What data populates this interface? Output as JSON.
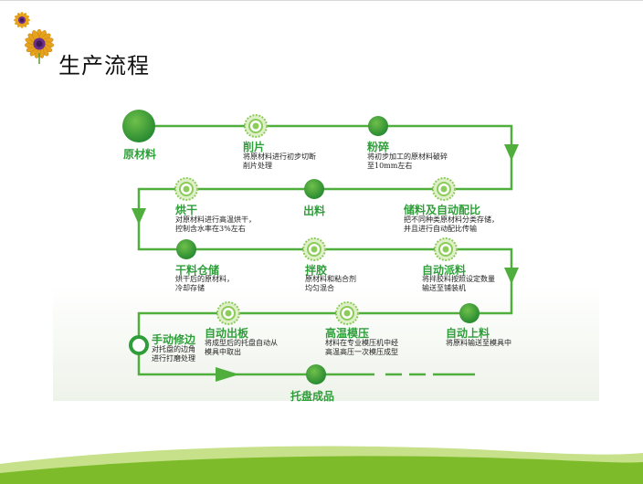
{
  "slide": {
    "title": "生产流程",
    "logo_icon": "sunflower-icon"
  },
  "colors": {
    "green_line": "#4fae3c",
    "node_dark": "#2f9e3a",
    "node_light": "#8ccc5a",
    "label": "#2f9e3a",
    "ground_dark": "#7dbb2b",
    "ground_light": "#c6e18a"
  },
  "steps": [
    {
      "label": "原材料",
      "desc1": "",
      "desc2": ""
    },
    {
      "label": "削片",
      "desc1": "将原材料进行初步切断",
      "desc2": "削片处理"
    },
    {
      "label": "粉碎",
      "desc1": "将初步加工的原材料破碎",
      "desc2": "至10mm左右"
    },
    {
      "label": "储料及自动配比",
      "desc1": "把不同种类原材料分类存储，",
      "desc2": "并且进行自动配比传输"
    },
    {
      "label": "出料",
      "desc1": "",
      "desc2": ""
    },
    {
      "label": "烘干",
      "desc1": "对原材料进行高温烘干，",
      "desc2": "控制含水率在3%左右"
    },
    {
      "label": "干料仓储",
      "desc1": "烘干后的原材料，",
      "desc2": "冷却存储"
    },
    {
      "label": "拌胶",
      "desc1": "原材料和粘合剂",
      "desc2": "均匀混合"
    },
    {
      "label": "自动派料",
      "desc1": "将拌胶料按照设定数量",
      "desc2": "输送至铺装机"
    },
    {
      "label": "自动上料",
      "desc1": "将原料输送至模具中",
      "desc2": ""
    },
    {
      "label": "高温模压",
      "desc1": "材料在专业模压机中经",
      "desc2": "高温高压一次模压成型"
    },
    {
      "label": "自动出板",
      "desc1": "将成型后的托盘自动从",
      "desc2": "模具中取出"
    },
    {
      "label": "手动修边",
      "desc1": "对托盘的边角",
      "desc2": "进行打磨处理"
    },
    {
      "label": "托盘成品",
      "desc1": "",
      "desc2": ""
    }
  ]
}
